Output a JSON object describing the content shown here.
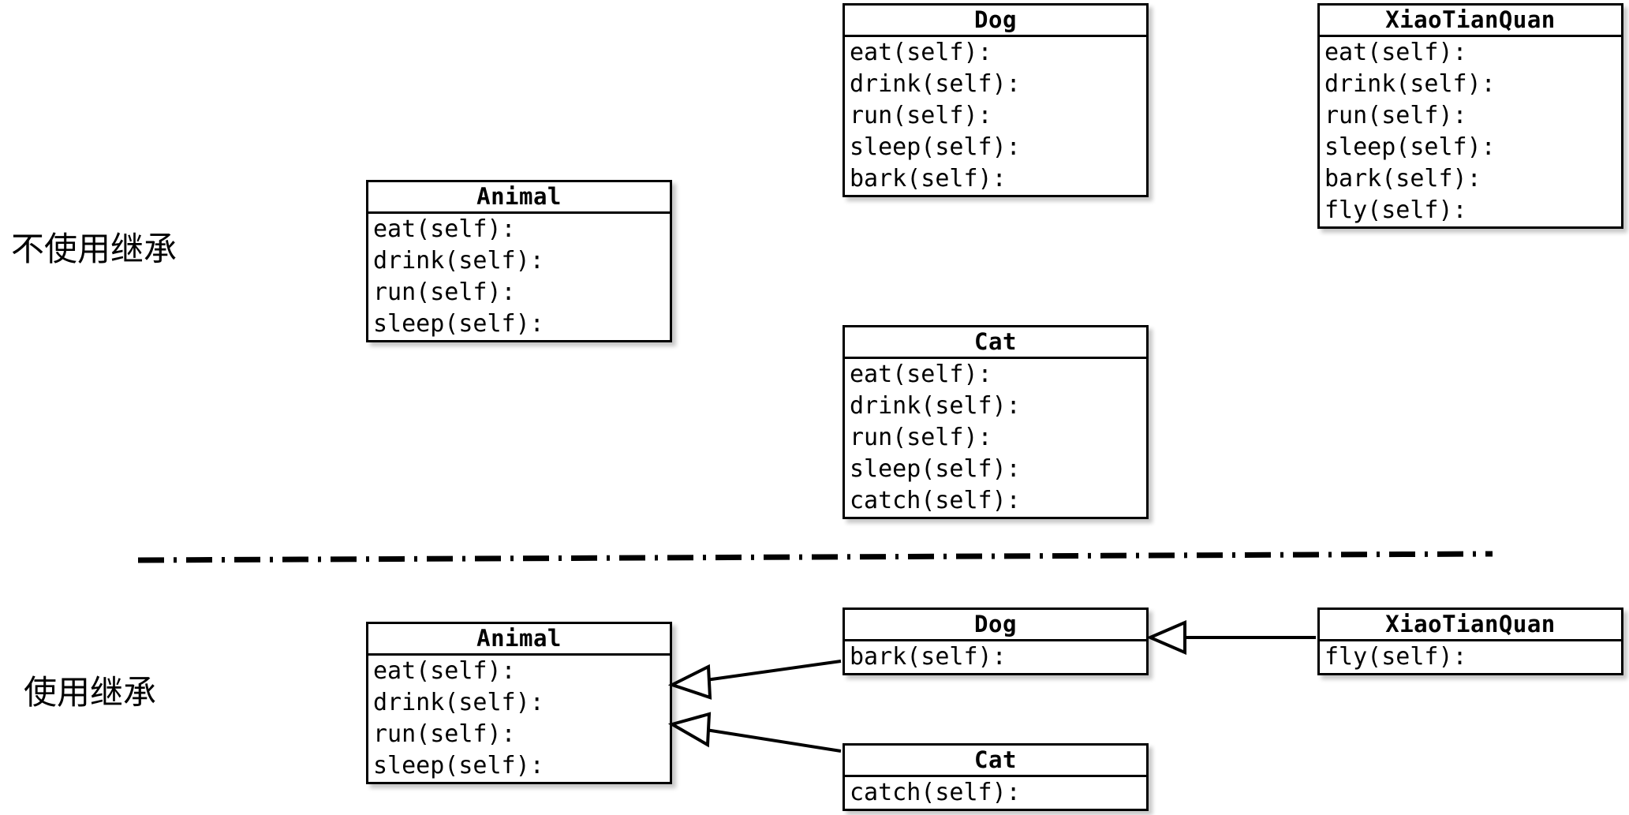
{
  "diagram": {
    "title_top_label": "不使用继承",
    "title_bottom_label": "使用继承",
    "stroke_color": "#000000",
    "background_color": "#ffffff"
  },
  "sections": {
    "no_inheritance": {
      "label": "不使用继承",
      "classes": {
        "animal": {
          "name": "Animal",
          "methods": [
            "eat(self):",
            "drink(self):",
            "run(self):",
            "sleep(self):"
          ]
        },
        "dog": {
          "name": "Dog",
          "methods": [
            "eat(self):",
            "drink(self):",
            "run(self):",
            "sleep(self):",
            "bark(self):"
          ]
        },
        "xiaotianquan": {
          "name": "XiaoTianQuan",
          "methods": [
            "eat(self):",
            "drink(self):",
            "run(self):",
            "sleep(self):",
            "bark(self):",
            "fly(self):"
          ]
        },
        "cat": {
          "name": "Cat",
          "methods": [
            "eat(self):",
            "drink(self):",
            "run(self):",
            "sleep(self):",
            "catch(self):"
          ]
        }
      }
    },
    "with_inheritance": {
      "label": "使用继承",
      "classes": {
        "animal": {
          "name": "Animal",
          "methods": [
            "eat(self):",
            "drink(self):",
            "run(self):",
            "sleep(self):"
          ]
        },
        "dog": {
          "name": "Dog",
          "methods": [
            "bark(self):"
          ]
        },
        "xiaotianquan": {
          "name": "XiaoTianQuan",
          "methods": [
            "fly(self):"
          ]
        },
        "cat": {
          "name": "Cat",
          "methods": [
            "catch(self):"
          ]
        }
      },
      "relations": [
        {
          "from": "Dog",
          "to": "Animal",
          "kind": "generalization"
        },
        {
          "from": "Cat",
          "to": "Animal",
          "kind": "generalization"
        },
        {
          "from": "XiaoTianQuan",
          "to": "Dog",
          "kind": "generalization"
        }
      ]
    }
  }
}
